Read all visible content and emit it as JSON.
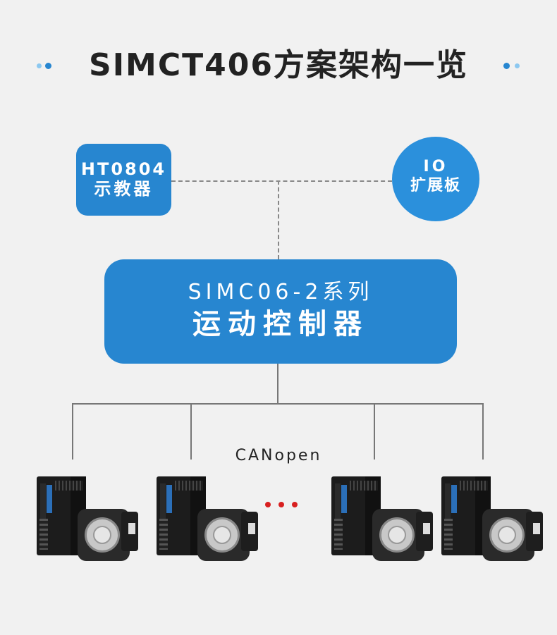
{
  "title": "SIMCT406方案架构一览",
  "colors": {
    "accent": "#2786d0",
    "dot_light": "#8cc8f0",
    "ellipsis": "#d82020"
  },
  "teach_pendant": {
    "line1": "HT0804",
    "line2": "示教器"
  },
  "io_board": {
    "line1": "IO",
    "line2": "扩展板"
  },
  "controller": {
    "line1": "SIMC06-2系列",
    "line2": "运动控制器"
  },
  "bus_label": "CANopen",
  "servo_units": [
    {
      "drive_icon": "servo-drive-icon",
      "motor_icon": "servo-motor-icon"
    },
    {
      "drive_icon": "servo-drive-icon",
      "motor_icon": "servo-motor-icon"
    },
    {
      "drive_icon": "servo-drive-icon",
      "motor_icon": "servo-motor-icon"
    },
    {
      "drive_icon": "servo-drive-icon",
      "motor_icon": "servo-motor-icon"
    }
  ]
}
